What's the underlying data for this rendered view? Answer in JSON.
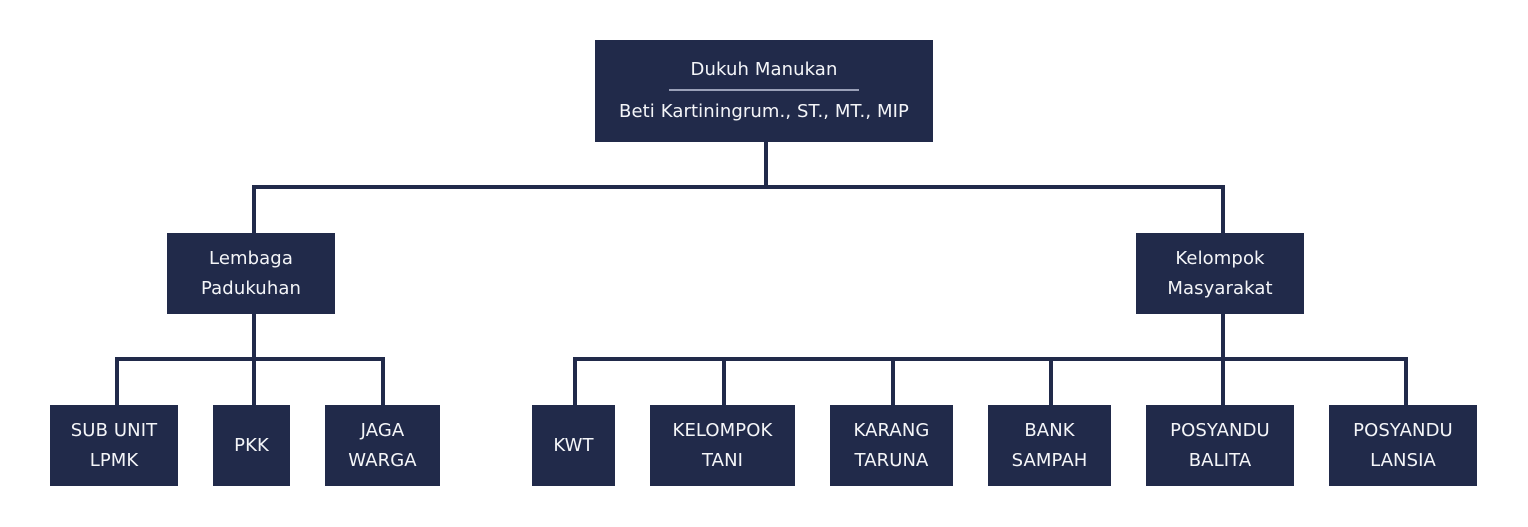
{
  "theme": {
    "box_color": "#212a4a",
    "text_color": "#f4f5f8",
    "line_color": "#212a4a",
    "divider_color": "#9aa0b8",
    "background": "#ffffff"
  },
  "root": {
    "title": "Dukuh Manukan",
    "name": "Beti Kartiningrum., ST., MT., MIP"
  },
  "branches": [
    {
      "label_lines": [
        "Lembaga",
        "Padukuhan"
      ],
      "children": [
        {
          "lines": [
            "SUB UNIT",
            "LPMK"
          ]
        },
        {
          "lines": [
            "PKK"
          ]
        },
        {
          "lines": [
            "JAGA",
            "WARGA"
          ]
        }
      ]
    },
    {
      "label_lines": [
        "Kelompok",
        "Masyarakat"
      ],
      "children": [
        {
          "lines": [
            "KWT"
          ]
        },
        {
          "lines": [
            "KELOMPOK",
            "TANI"
          ]
        },
        {
          "lines": [
            "KARANG",
            "TARUNA"
          ]
        },
        {
          "lines": [
            "BANK",
            "SAMPAH"
          ]
        },
        {
          "lines": [
            "POSYANDU",
            "BALITA"
          ]
        },
        {
          "lines": [
            "POSYANDU",
            "LANSIA"
          ]
        }
      ]
    }
  ]
}
